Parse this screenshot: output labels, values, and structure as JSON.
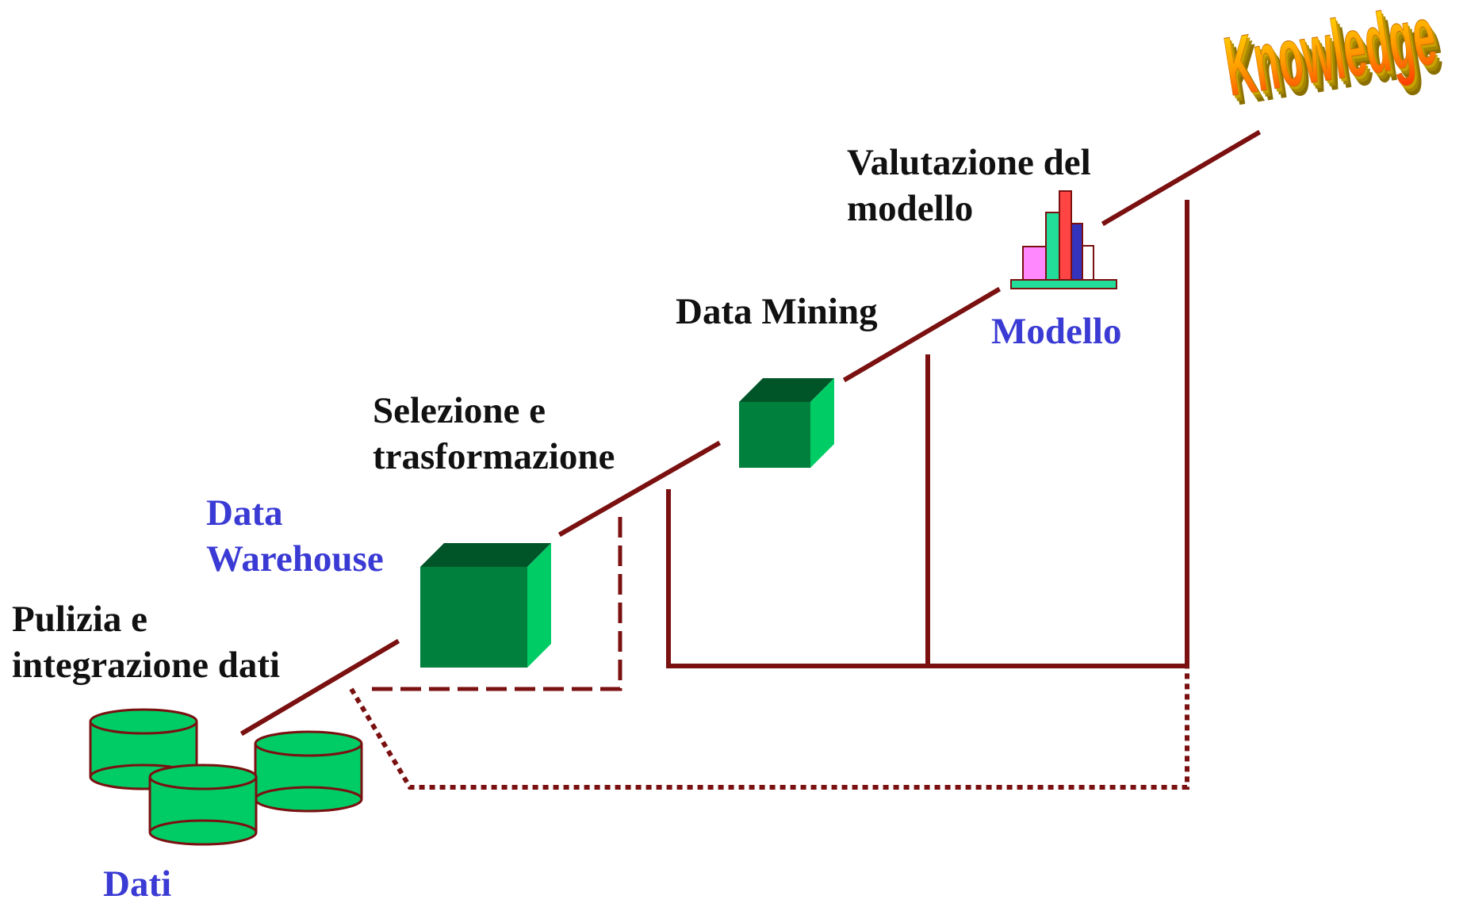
{
  "title": "Knowledge",
  "steps": {
    "cleaning": [
      "Pulizia e",
      "integrazione dati"
    ],
    "selection": [
      "Selezione e",
      "trasformazione"
    ],
    "mining": [
      "Data Mining"
    ],
    "evaluation": [
      "Valutazione del",
      "modello"
    ]
  },
  "stores": {
    "data": [
      "Dati"
    ],
    "warehouse": [
      "Data",
      "Warehouse"
    ],
    "model": [
      "Modello"
    ]
  },
  "colors": {
    "path": "#7a1010",
    "step_text": "#111111",
    "store_text": "#3a3ad4",
    "db_fill": "#00cc66",
    "cube_front": "#00803d",
    "cube_top": "#005528",
    "cube_side": "#00cc66"
  },
  "icons": [
    "database-icon",
    "cube-icon",
    "bar-chart-icon",
    "knowledge-wordart"
  ]
}
